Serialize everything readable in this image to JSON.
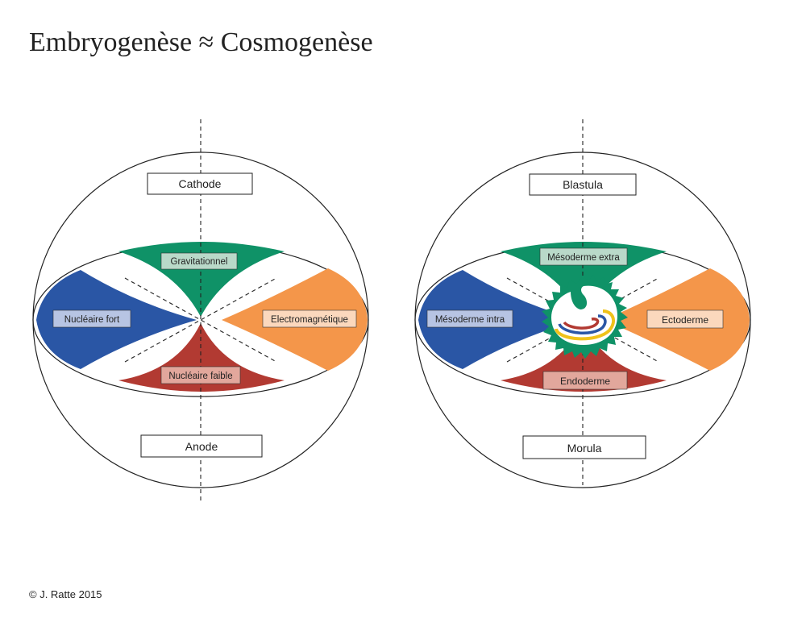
{
  "title": "Embryogenèse ≈ Cosmogenèse",
  "copyright": "© J. Ratte 2015",
  "colors": {
    "blue": "#2a56a5",
    "green": "#0f9267",
    "orange": "#f4964a",
    "red": "#b23a32",
    "yellow": "#f0c21a"
  },
  "left_diagram": {
    "top_label": "Cathode",
    "bottom_label": "Anode",
    "top_sector": "Gravitationnel",
    "left_sector": "Nucléaire fort",
    "right_sector": "Electromagnétique",
    "bottom_sector": "Nucléaire faible"
  },
  "right_diagram": {
    "top_label": "Blastula",
    "bottom_label": "Morula",
    "top_sector": "Mésoderme extra",
    "left_sector": "Mésoderme intra",
    "right_sector": "Ectoderme",
    "bottom_sector": "Endoderme"
  }
}
